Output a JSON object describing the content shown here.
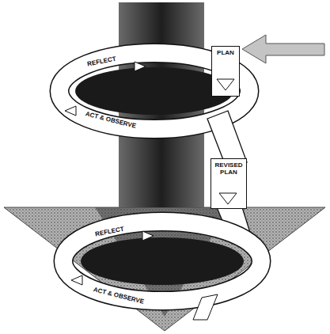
{
  "diagram": {
    "nodes": [
      {
        "text": [
          "PLAN"
        ]
      },
      {
        "text": [
          "REVISED PLAN"
        ]
      }
    ],
    "labels": [
      "REFLECT",
      "ACT & OBSERVE",
      "REFLECT",
      "ACT & OBSERVE"
    ]
  }
}
